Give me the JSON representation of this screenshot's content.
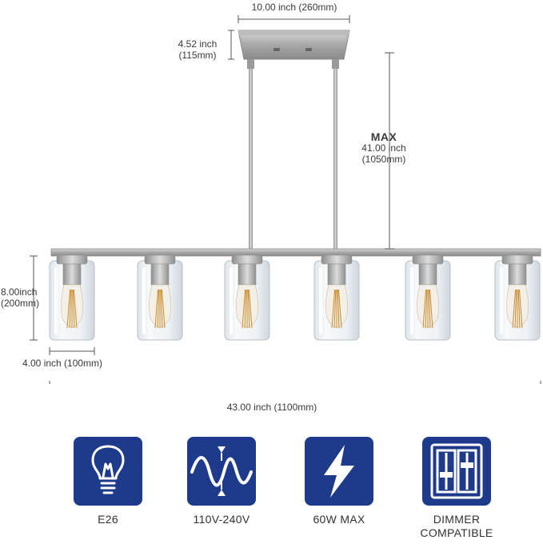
{
  "dimensions": {
    "canopy_width": "10.00 inch (260mm)",
    "canopy_height_in": "4.52 inch",
    "canopy_height_mm": "(115mm)",
    "rod_max_label": "MAX",
    "rod_max_in": "41.00 inch",
    "rod_max_mm": "(1050mm)",
    "shade_height_in": "8.00inch",
    "shade_height_mm": "(200mm)",
    "shade_width": "4.00 inch (100mm)",
    "total_width": "43.00 inch (1100mm)"
  },
  "features": [
    {
      "icon": "light-bulb-icon",
      "label": "E26"
    },
    {
      "icon": "voltage-wave-icon",
      "label": "110V-240V"
    },
    {
      "icon": "lightning-bolt-icon",
      "label": "60W MAX"
    },
    {
      "icon": "dimmer-switch-icon",
      "label_line1": "DIMMER",
      "label_line2": "COMPATIBLE"
    }
  ],
  "colors": {
    "icon_background": "#1e3a8a",
    "metal": "#a9a9a9",
    "dimension_line": "#555555"
  }
}
